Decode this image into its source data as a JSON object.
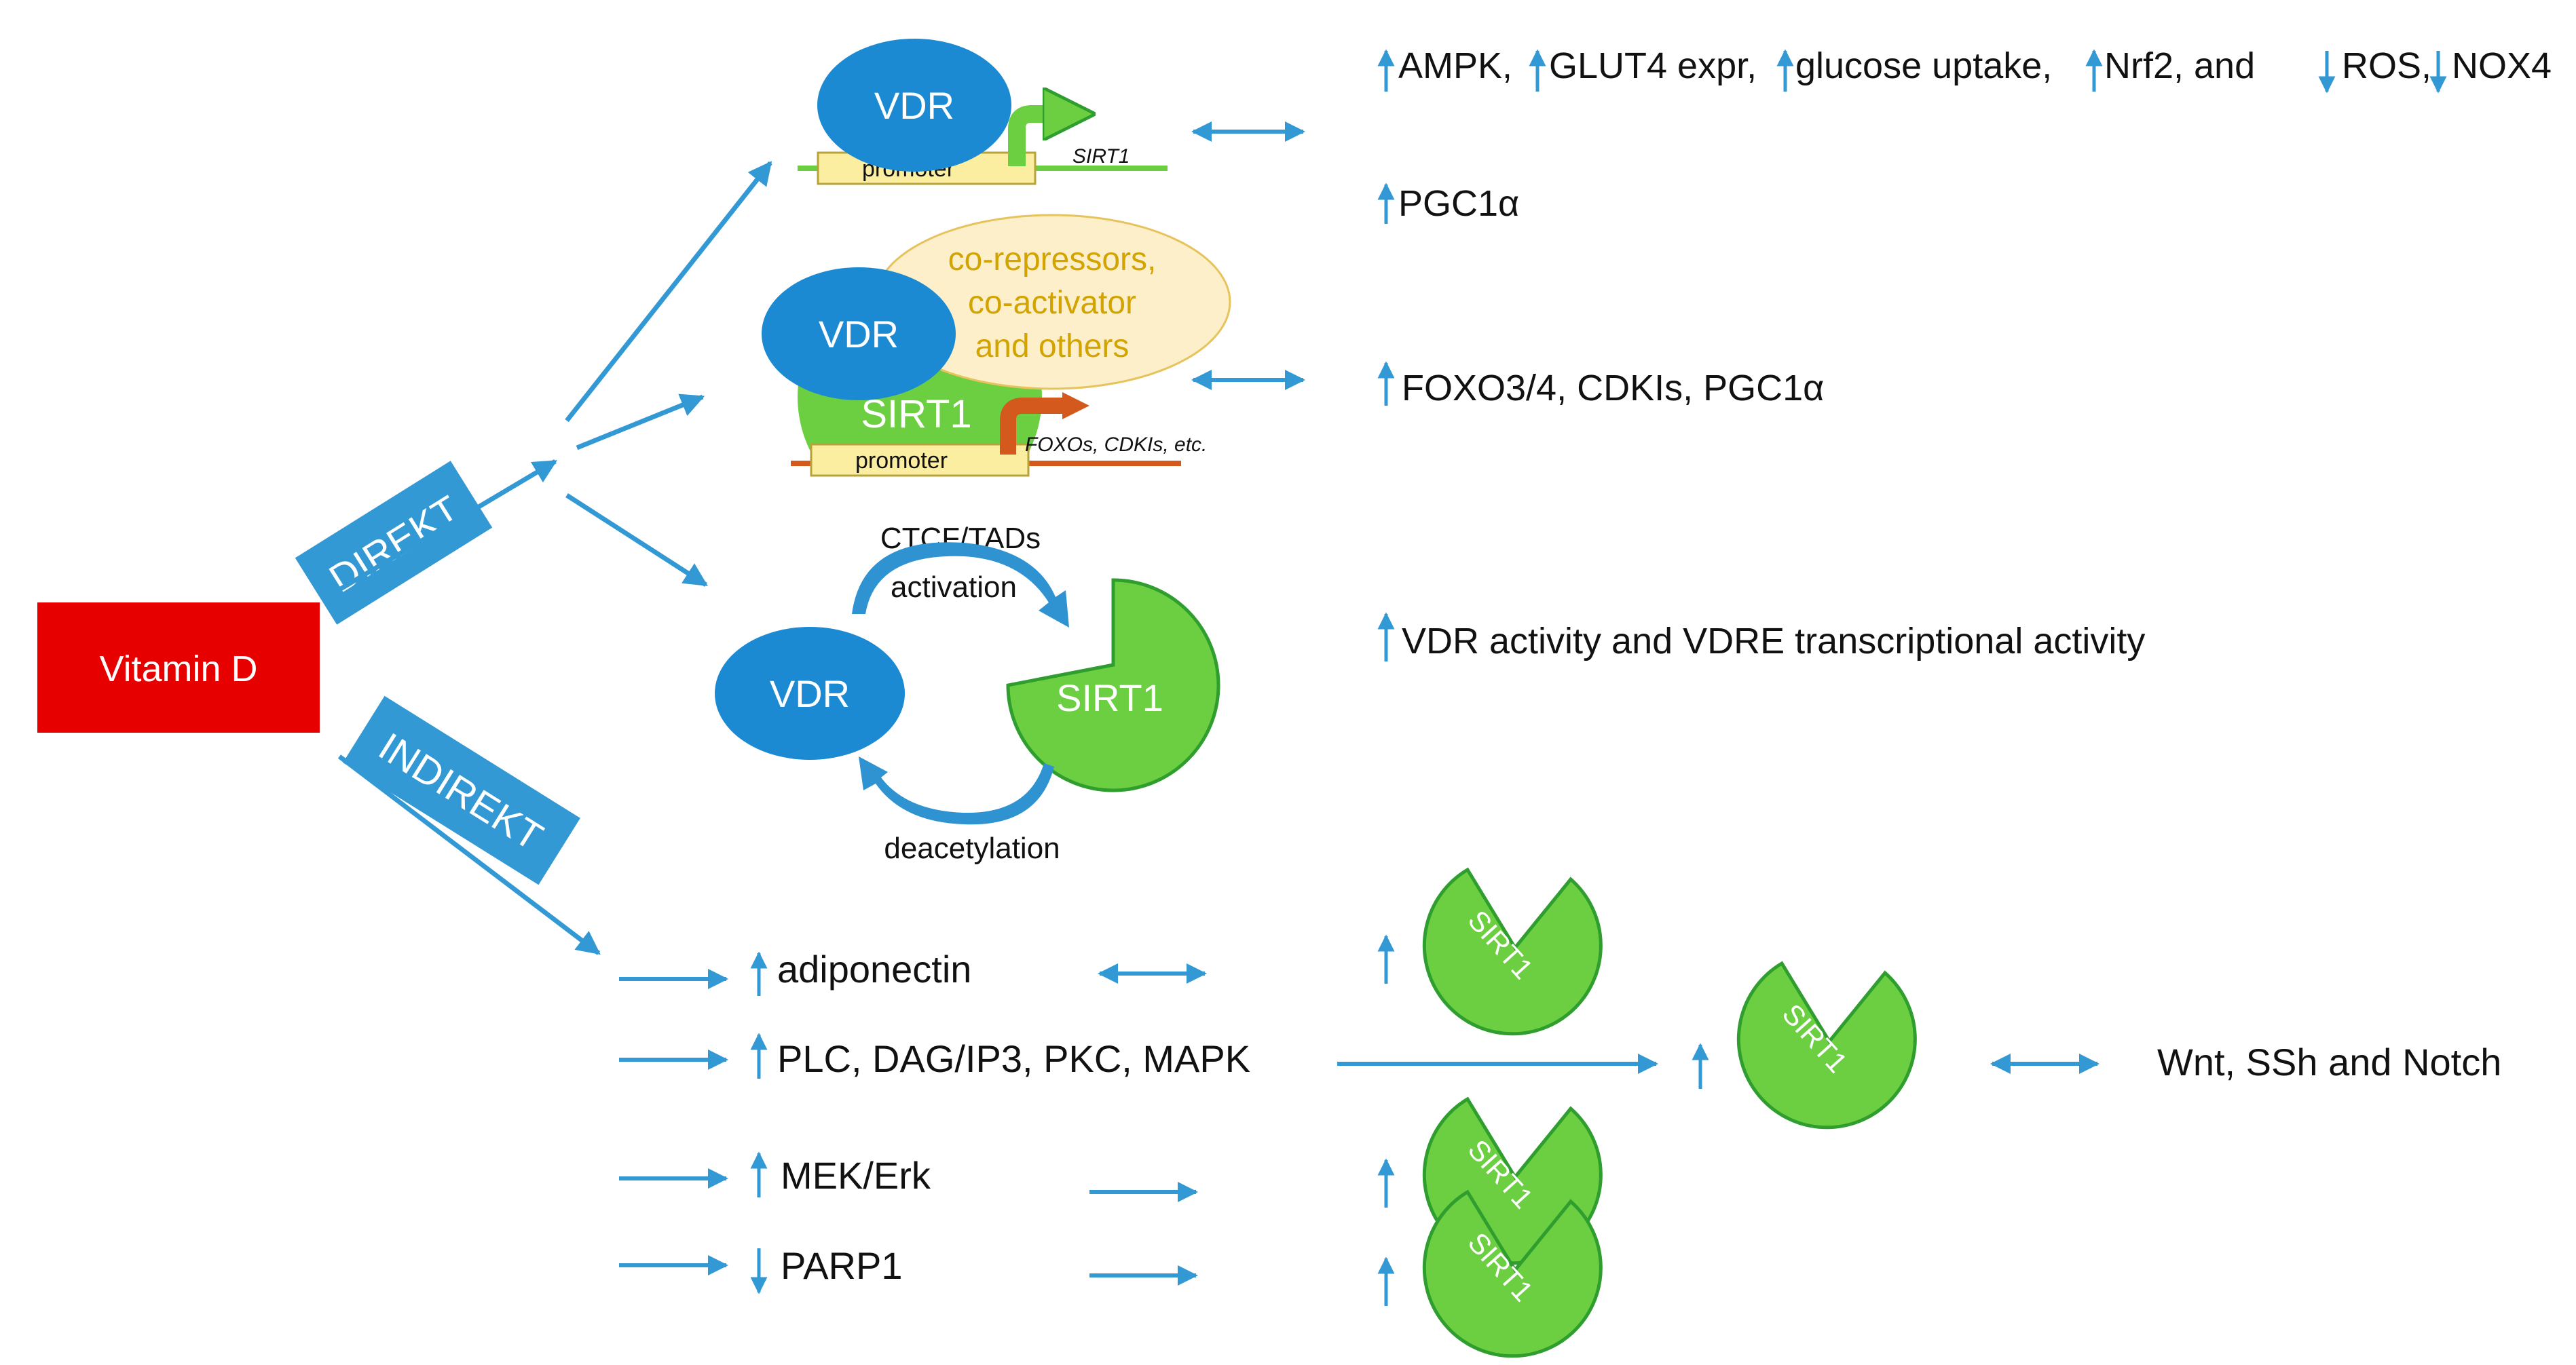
{
  "colors": {
    "blue": "#2f93d2",
    "vdr_fill": "#1b8ad2",
    "green_fill": "#6ccf41",
    "green_stroke": "#2f9e2f",
    "red_box": "#e60000",
    "yellow_box": "#fbeea0",
    "ellipse_fill": "#fcefc9",
    "ellipse_text": "#d3a300",
    "orange": "#d35a1c",
    "arrow_blue": "#3399d5"
  },
  "source": {
    "label": "Vitamin D"
  },
  "branches": {
    "direct": "DIREKT",
    "indirect": "INDIREKT"
  },
  "direct": {
    "panel1": {
      "vdr": "VDR",
      "promoter": "promoter",
      "gene": "SIRT1",
      "effects": [
        {
          "dir": "up",
          "text": "AMPK,"
        },
        {
          "dir": "up",
          "text": "GLUT4 expr,"
        },
        {
          "dir": "up",
          "text": "glucose uptake,"
        },
        {
          "dir": "up",
          "text": "Nrf2,  and"
        },
        {
          "dir": "down",
          "text": "ROS,"
        },
        {
          "dir": "down",
          "text": "NOX4"
        }
      ],
      "effect2": "PGC1α"
    },
    "panel2": {
      "vdr": "VDR",
      "sirt": "SIRT1",
      "cofactors": [
        "co-repressors,",
        "co-activator",
        "and others"
      ],
      "promoter": "promoter",
      "genes": "FOXOs, CDKIs, etc.",
      "effect": "FOXO3/4, CDKIs, PGC1α"
    },
    "panel3": {
      "top_label_1": "CTCF/TADs",
      "top_label_2": "activation",
      "vdr": "VDR",
      "sirt": "SIRT1",
      "bottom_label": "deacetylation",
      "effect": "VDR activity and VDRE transcriptional activity"
    }
  },
  "indirect": {
    "rows": [
      {
        "dir": "up",
        "text": "adiponectin"
      },
      {
        "dir": "up",
        "text": "PLC, DAG/IP3, PKC, MAPK"
      },
      {
        "dir": "up",
        "text": "MEK/Erk"
      },
      {
        "dir": "down",
        "text": "PARP1"
      }
    ],
    "sirt_label": "SIRT1",
    "pathways": "Wnt, SSh and Notch"
  }
}
